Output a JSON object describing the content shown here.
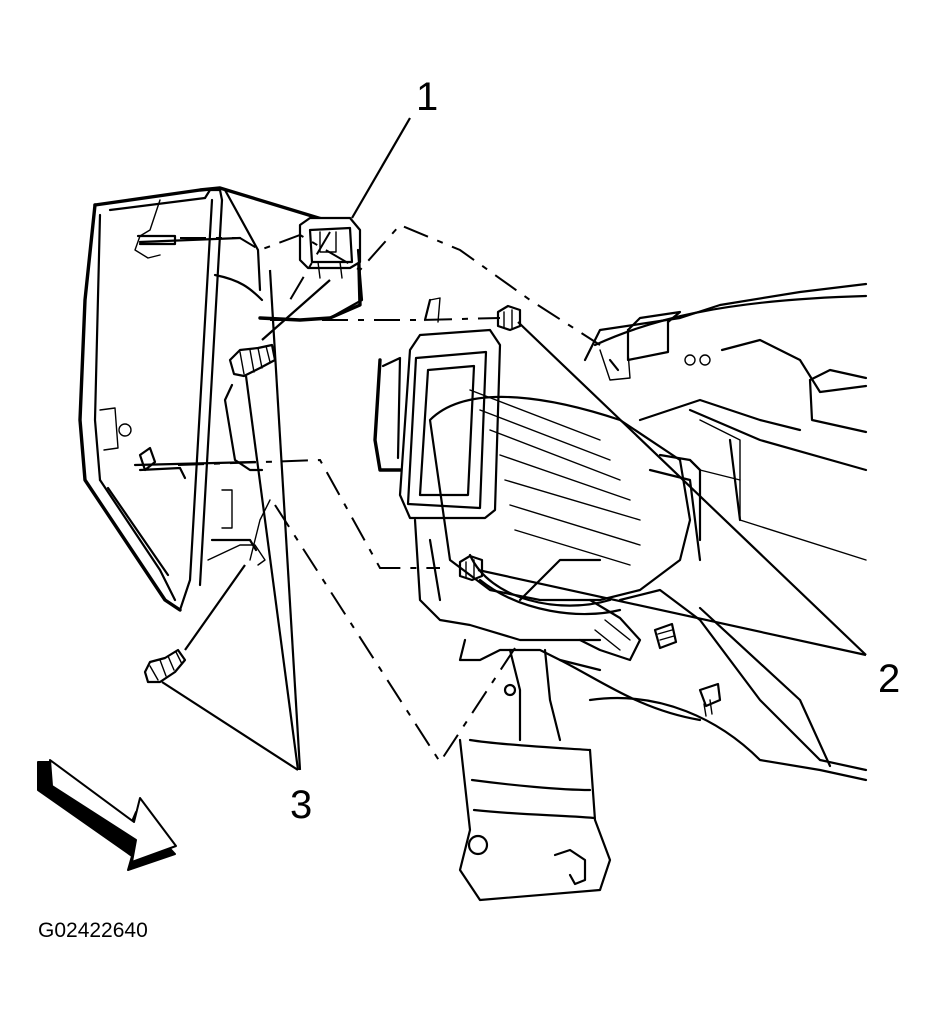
{
  "figure": {
    "callouts": [
      {
        "label": "1"
      },
      {
        "label": "2"
      },
      {
        "label": "3"
      }
    ],
    "figure_code": "G02422640",
    "direction_arrow_icon": "front-direction-arrow-icon"
  }
}
